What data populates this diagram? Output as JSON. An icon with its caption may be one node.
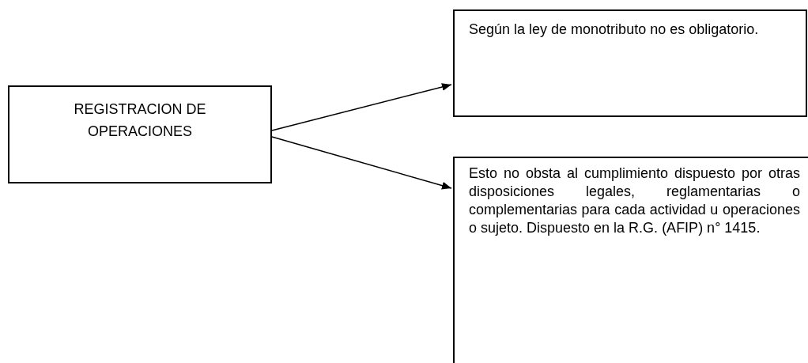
{
  "diagram": {
    "nodes": [
      {
        "text": [
          "REGISTRACION DE OPERACIONES"
        ]
      },
      {
        "text": [
          "Según la ley de monotributo no es obligatorio."
        ]
      },
      {
        "text": [
          "Esto no obsta al cumplimiento dispuesto por otras disposiciones legales, reglamentarias o complementarias para cada actividad u operaciones o sujeto. Dispuesto en la R.G. (AFIP) n° 1415."
        ]
      }
    ],
    "edges": [
      {
        "from": 0,
        "to": 1,
        "arrow": "to"
      },
      {
        "from": 0,
        "to": 2,
        "arrow": "to"
      }
    ]
  }
}
